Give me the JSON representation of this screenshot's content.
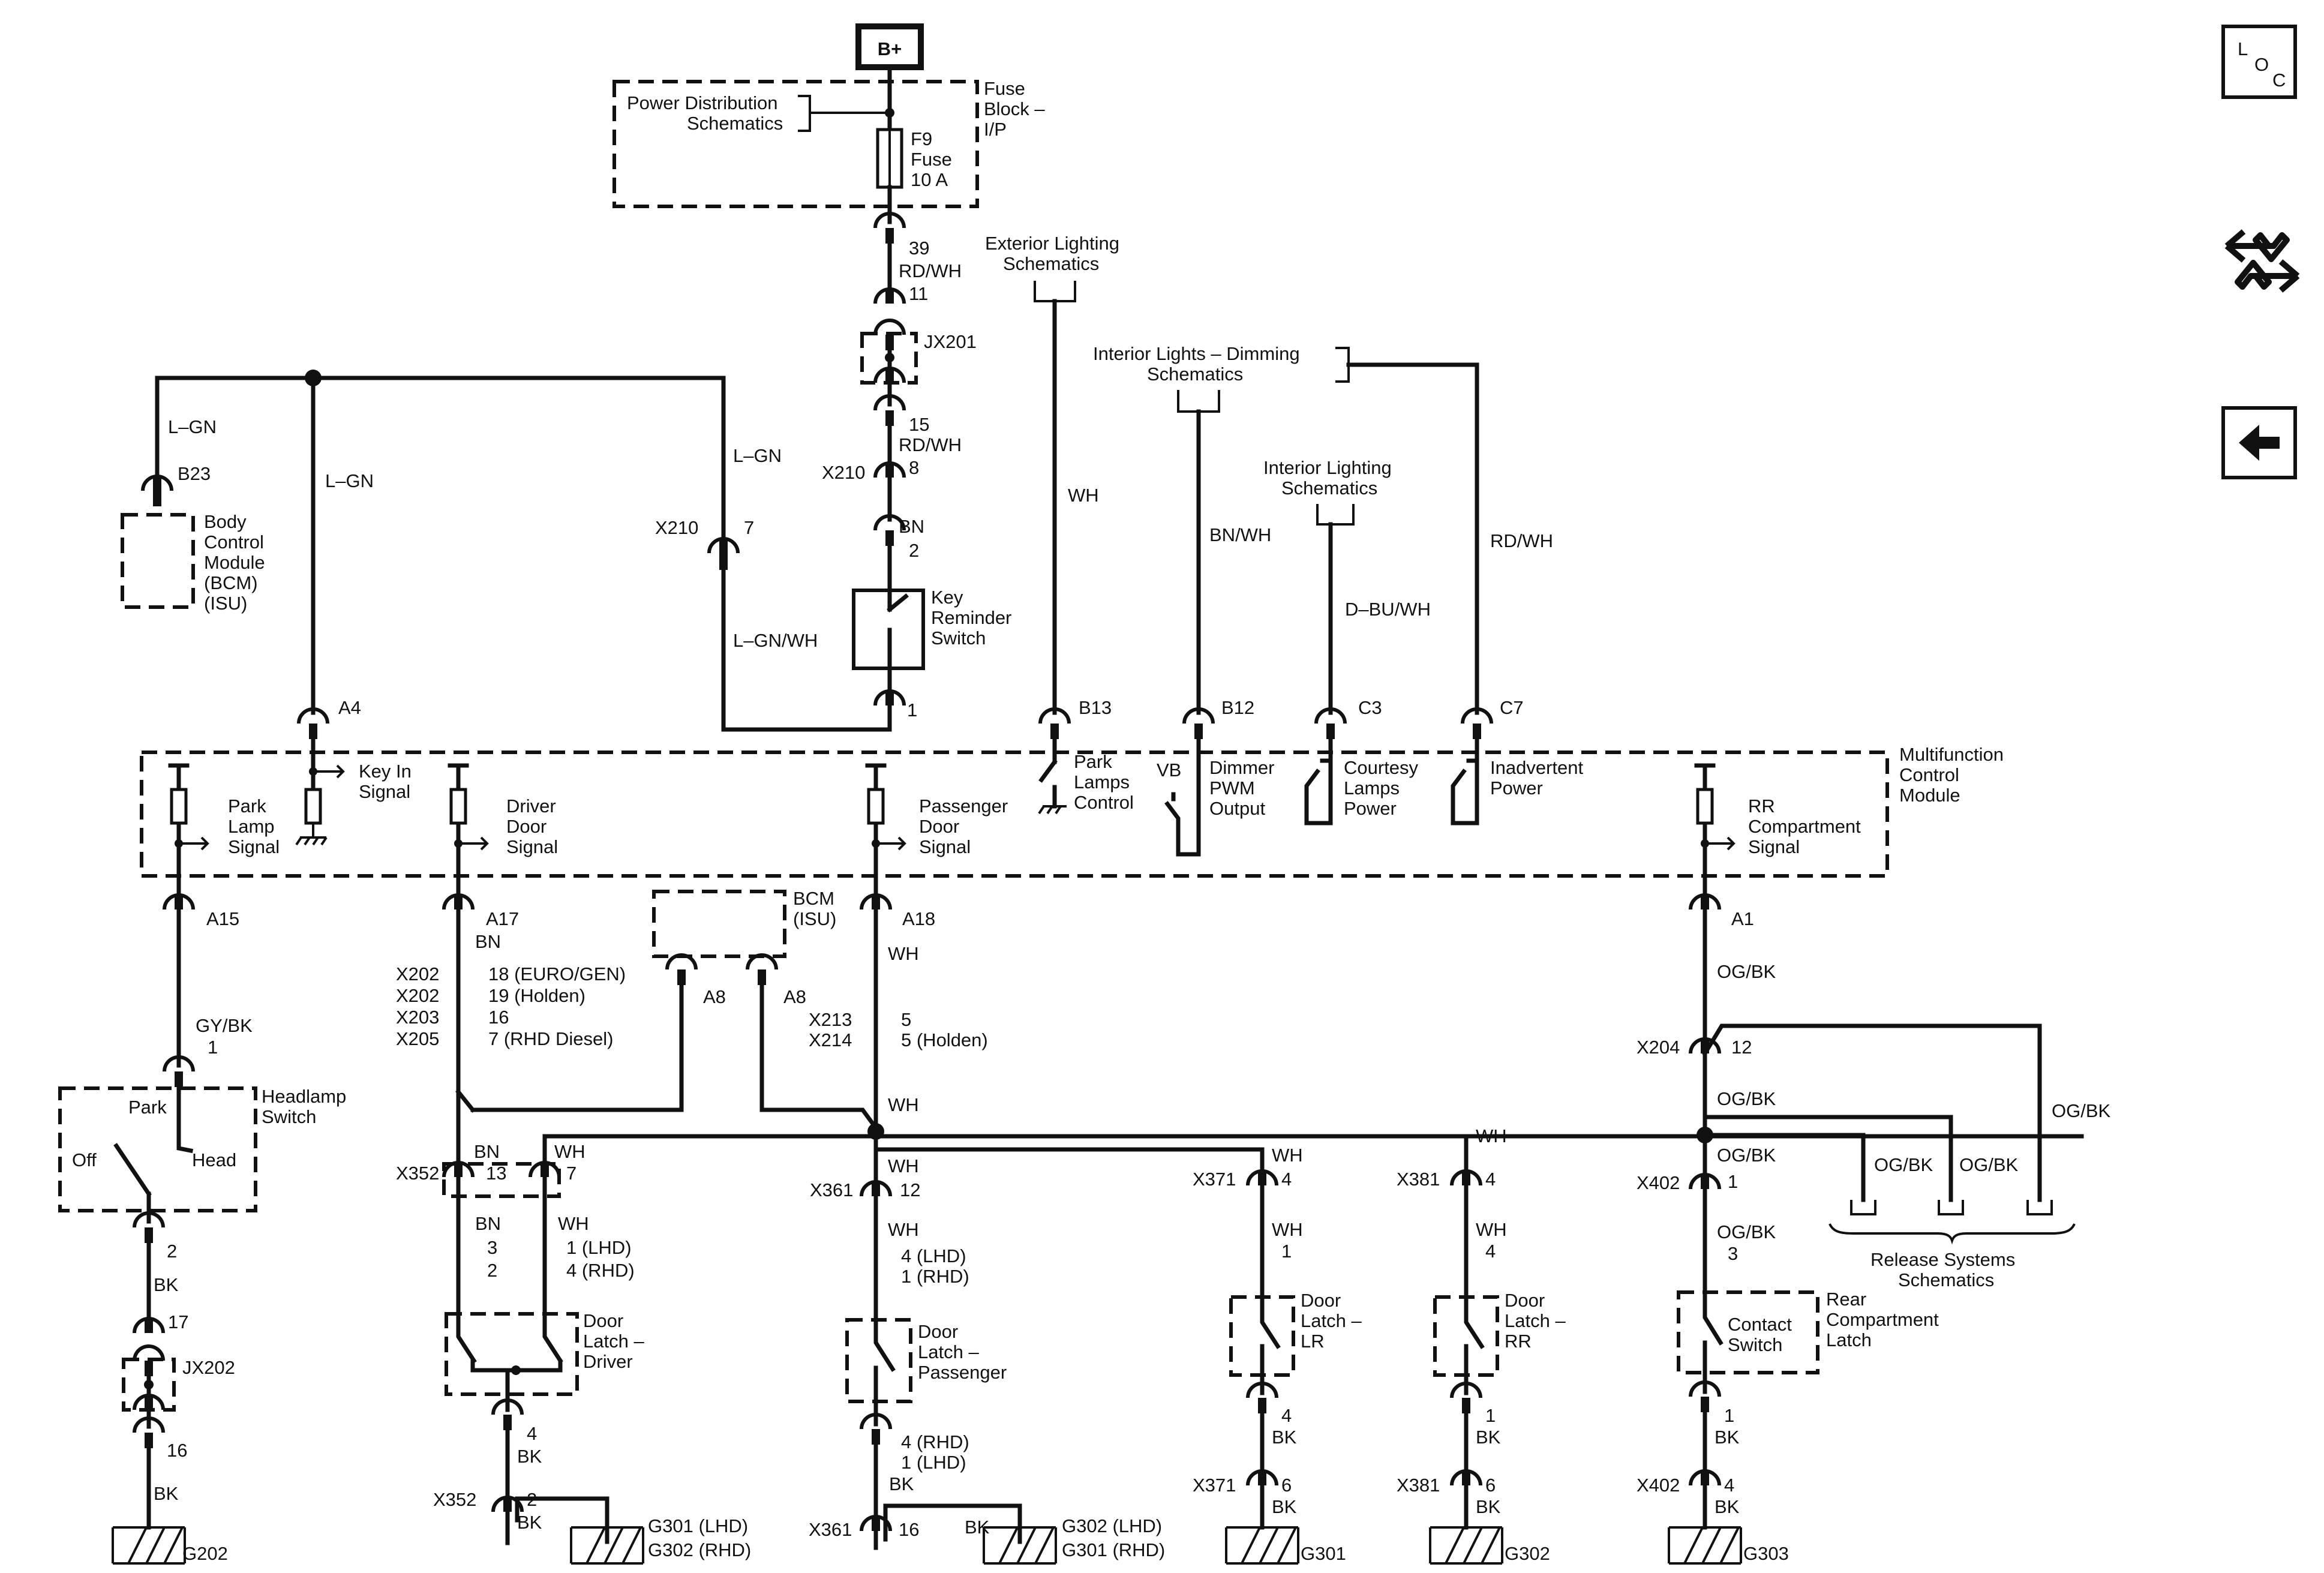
{
  "power": {
    "source": "B+"
  },
  "fuse_block": {
    "title": "Fuse Block – I/P",
    "pds_label": "Power Distribution Schematics",
    "fuse_id": "F9",
    "fuse_word": "Fuse",
    "fuse_rating": "10 A"
  },
  "nav": {
    "loc": "L O C",
    "swap_icon": "swap-arrows-icon",
    "back_icon": "back-arrow-icon"
  },
  "references": {
    "exterior": "Exterior Lighting Schematics",
    "dimming": "Interior Lights – Dimming Schematics",
    "interior": "Interior Lighting Schematics",
    "release": "Release Systems Schematics",
    "pds": "Power Distribution Schematics"
  },
  "modules": {
    "mcm": "Multifunction Control Module",
    "bcm_top": "Body Control Module (BCM) (ISU)",
    "bcm_small": "BCM (ISU)",
    "key_switch": "Key Reminder Switch",
    "headlamp": "Headlamp Switch",
    "headlamp_park": "Park",
    "headlamp_off": "Off",
    "headlamp_head": "Head",
    "door_driver": "Door Latch – Driver",
    "door_passenger": "Door Latch – Passenger",
    "door_lr": "Door Latch – LR",
    "door_rr": "Door Latch – RR",
    "contact_switch": "Contact Switch",
    "rear_latch": "Rear Compartment Latch"
  },
  "mcm_functions": {
    "park_lamp": "Park Lamp Signal",
    "key_in": "Key In Signal",
    "driver_door": "Driver Door Signal",
    "passenger_door": "Passenger Door Signal",
    "park_lamps_control": "Park Lamps Control",
    "vb": "VB",
    "dimmer": "Dimmer PWM Output",
    "courtesy": "Courtesy Lamps Power",
    "inadvertent": "Inadvertent Power",
    "rr_compartment": "RR Compartment Signal"
  },
  "wire_labels": {
    "top": [
      "39",
      "RD/WH",
      "11",
      "JX201",
      "15",
      "RD/WH",
      "8",
      "X210",
      "BN",
      "2",
      "1"
    ],
    "lgn": [
      "L–GN",
      "L–GN",
      "L–GN",
      "B23",
      "X210",
      "7",
      "L–GN/WH",
      "A4"
    ],
    "refs": [
      "WH",
      "BN/WH",
      "D–BU/WH",
      "RD/WH",
      "B13",
      "B12",
      "C3",
      "C7"
    ],
    "col1": [
      "A15",
      "GY/BK",
      "1",
      "2",
      "BK",
      "17",
      "JX202",
      "16",
      "BK",
      "G202"
    ],
    "col2": [
      "A17",
      "BN",
      "X202",
      "X202",
      "X203",
      "X205",
      "18 (EURO/GEN)",
      "19 (Holden)",
      "16",
      "7 (RHD Diesel)",
      "A8",
      "A8",
      "X352",
      "BN",
      "13",
      "WH",
      "7",
      "BN",
      "3",
      "2",
      "WH",
      "1 (LHD)",
      "4 (RHD)",
      "4",
      "BK",
      "X352",
      "2",
      "BK",
      "G301 (LHD)",
      "G302 (RHD)"
    ],
    "col3": [
      "A18",
      "WH",
      "X213",
      "X214",
      "5",
      "5 (Holden)",
      "WH",
      "WH",
      "X361",
      "12",
      "WH",
      "4 (LHD)",
      "1 (RHD)",
      "4 (RHD)",
      "1 (LHD)",
      "BK",
      "X361",
      "16",
      "BK",
      "G302 (LHD)",
      "G301 (RHD)"
    ],
    "col4": [
      "WH",
      "X371",
      "4",
      "WH",
      "1",
      "4",
      "BK",
      "X371",
      "6",
      "BK",
      "G301"
    ],
    "col5": [
      "WH",
      "X381",
      "4",
      "WH",
      "4",
      "1",
      "BK",
      "X381",
      "6",
      "BK",
      "G302"
    ],
    "col6": [
      "A1",
      "OG/BK",
      "X204",
      "12",
      "OG/BK",
      "OG/BK",
      "X402",
      "1",
      "OG/BK",
      "3",
      "1",
      "BK",
      "X402",
      "4",
      "BK",
      "G303",
      "OG/BK",
      "OG/BK",
      "OG/BK"
    ]
  }
}
